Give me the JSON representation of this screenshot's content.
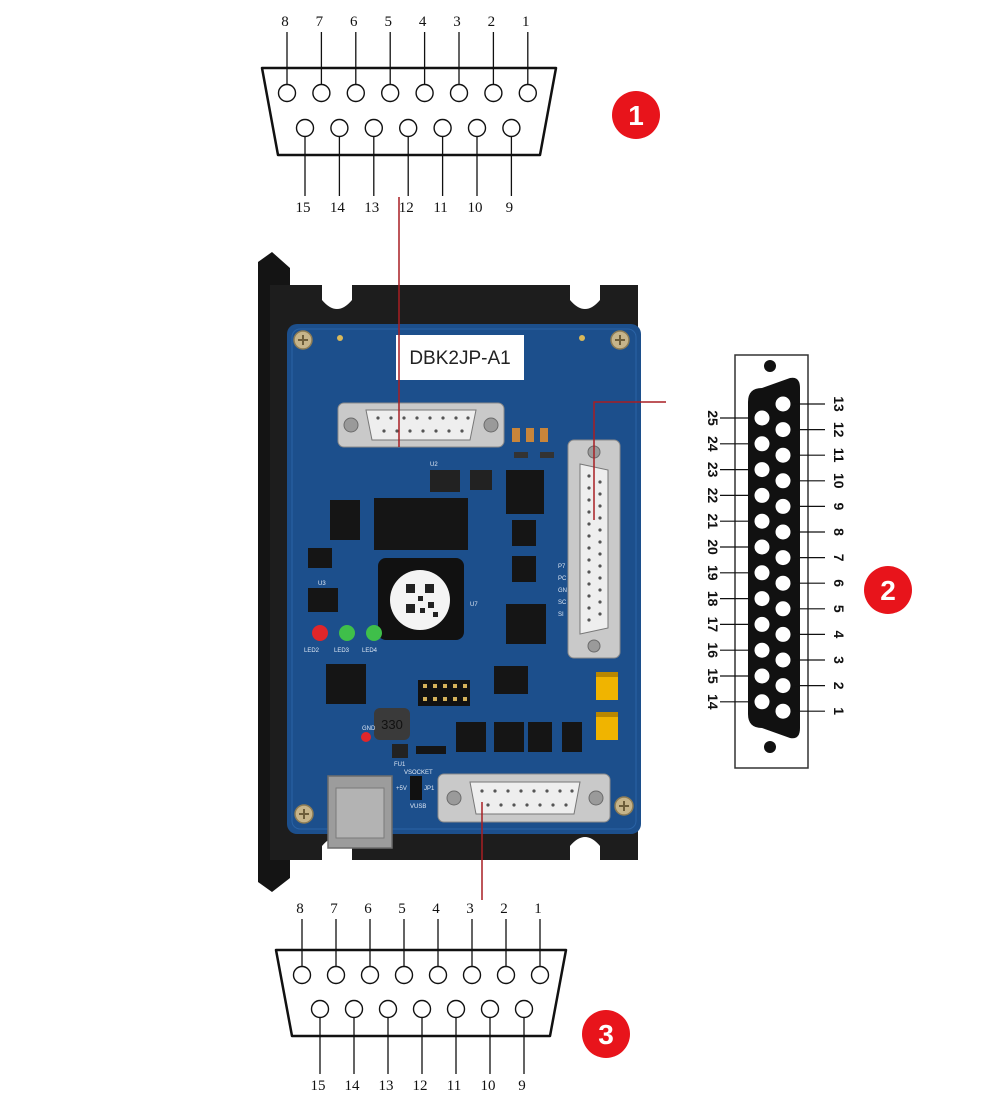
{
  "connector1": {
    "badge": "1",
    "top_pins": [
      "8",
      "7",
      "6",
      "5",
      "4",
      "3",
      "2",
      "1"
    ],
    "bottom_pins": [
      "15",
      "14",
      "13",
      "12",
      "11",
      "10",
      "9"
    ]
  },
  "connector2": {
    "badge": "2",
    "right_pins": [
      "13",
      "12",
      "11",
      "10",
      "9",
      "8",
      "7",
      "6",
      "5",
      "4",
      "3",
      "2",
      "1"
    ],
    "left_pins": [
      "25",
      "24",
      "23",
      "22",
      "21",
      "20",
      "19",
      "18",
      "17",
      "16",
      "15",
      "14"
    ]
  },
  "connector3": {
    "badge": "3",
    "top_pins": [
      "8",
      "7",
      "6",
      "5",
      "4",
      "3",
      "2",
      "1"
    ],
    "bottom_pins": [
      "15",
      "14",
      "13",
      "12",
      "11",
      "10",
      "9"
    ]
  },
  "board": {
    "model_label": "DBK2JP-A1",
    "inductor_label": "330",
    "silkscreen": {
      "led1": "LED2",
      "led2": "LED3",
      "led3": "LED4",
      "vsocket": "VSOCKET",
      "plus5v": "+5V",
      "vusb": "VUSB",
      "jp1": "JP1",
      "u2": "U2",
      "u3": "U3",
      "u7": "U7",
      "gnd": "GND",
      "fu1": "FU1",
      "p7": "P7",
      "pc": "PC",
      "gn": "GN",
      "sc": "SC",
      "si": "SI"
    }
  },
  "colors": {
    "badge": "#e8141b",
    "wire": "#a81e23",
    "pcb": "#1c4f8c",
    "housing": "#1c1c1c",
    "led_red": "#e0262a",
    "led_green": "#3fbf4a",
    "tantalum": "#f0b400"
  }
}
